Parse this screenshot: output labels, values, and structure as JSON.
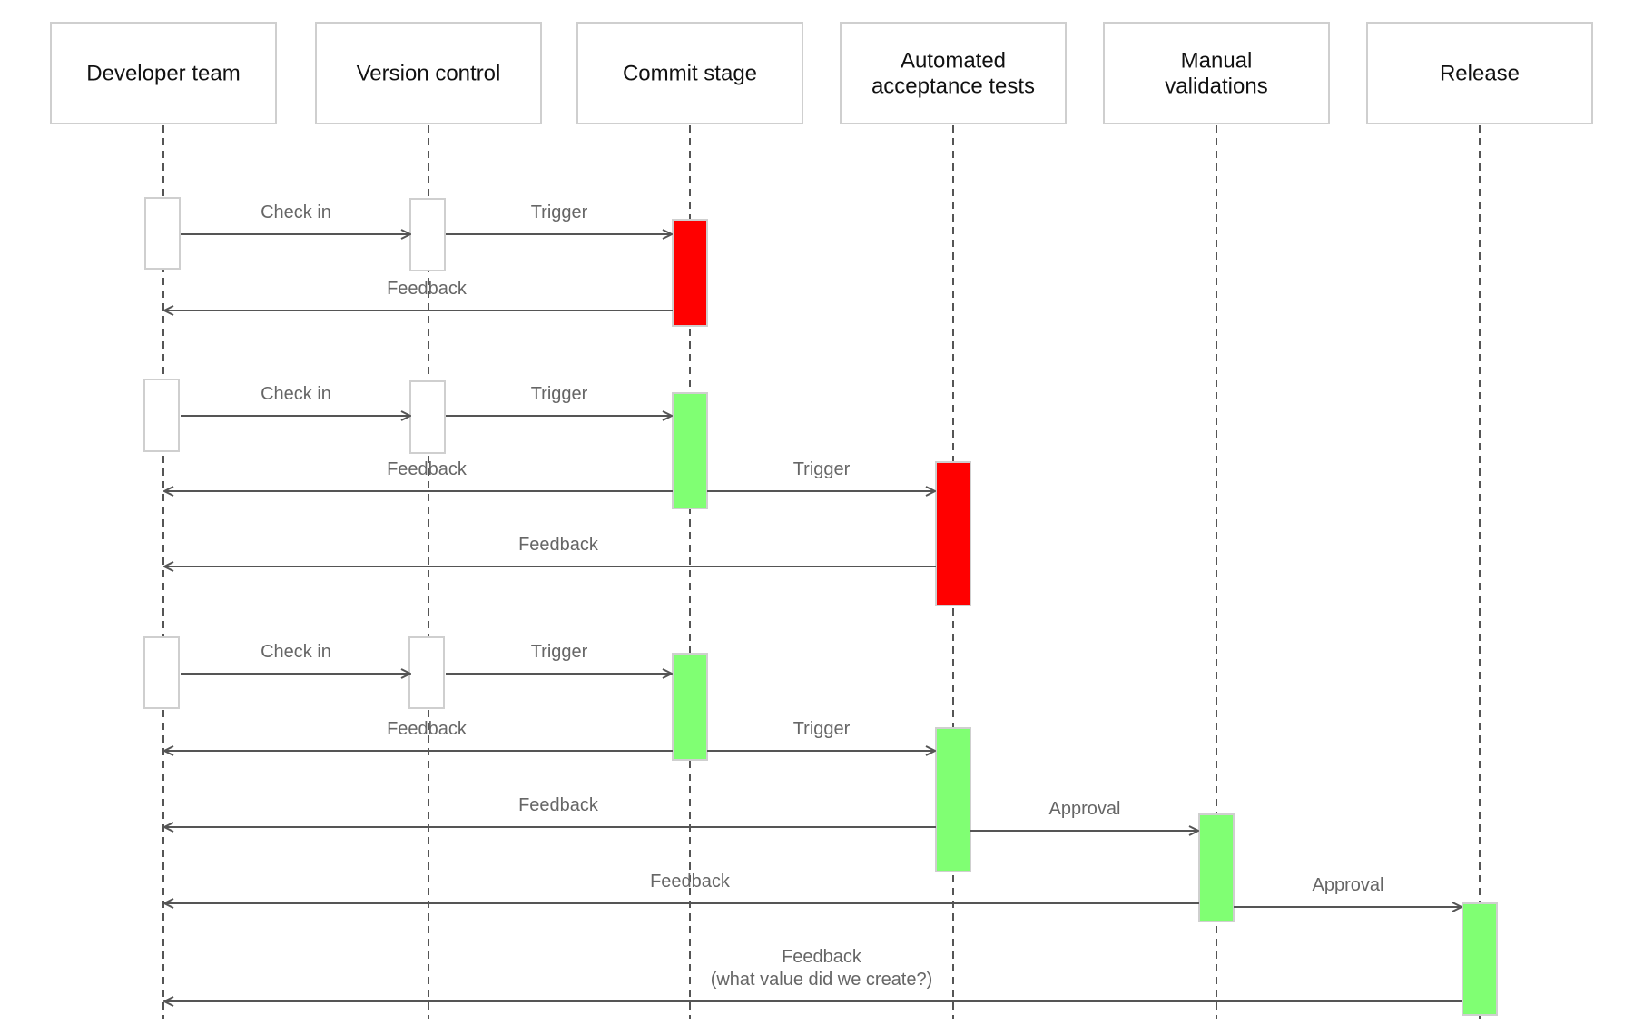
{
  "colors": {
    "fail": "#ff0000",
    "pass": "#80ff73",
    "neutral": "#ffffff",
    "line": "#555555",
    "label": "#666666",
    "box_border": "#cfcfcf"
  },
  "participants": [
    {
      "label": "Developer team"
    },
    {
      "label": "Version control"
    },
    {
      "label": "Commit stage"
    },
    {
      "label": "Automated\nacceptance tests"
    },
    {
      "label": "Manual\nvalidations"
    },
    {
      "label": "Release"
    }
  ],
  "activations": [
    {
      "participant": 0,
      "status": "neutral"
    },
    {
      "participant": 1,
      "status": "neutral"
    },
    {
      "participant": 2,
      "status": "fail"
    },
    {
      "participant": 0,
      "status": "neutral"
    },
    {
      "participant": 1,
      "status": "neutral"
    },
    {
      "participant": 2,
      "status": "pass"
    },
    {
      "participant": 3,
      "status": "fail"
    },
    {
      "participant": 0,
      "status": "neutral"
    },
    {
      "participant": 1,
      "status": "neutral"
    },
    {
      "participant": 2,
      "status": "pass"
    },
    {
      "participant": 3,
      "status": "pass"
    },
    {
      "participant": 4,
      "status": "pass"
    },
    {
      "participant": 5,
      "status": "pass"
    }
  ],
  "messages": [
    {
      "from": 0,
      "to": 1,
      "label": "Check in"
    },
    {
      "from": 1,
      "to": 2,
      "label": "Trigger"
    },
    {
      "from": 2,
      "to": 0,
      "label": "Feedback"
    },
    {
      "from": 0,
      "to": 1,
      "label": "Check in"
    },
    {
      "from": 1,
      "to": 2,
      "label": "Trigger"
    },
    {
      "from": 2,
      "to": 0,
      "label": "Feedback"
    },
    {
      "from": 2,
      "to": 3,
      "label": "Trigger"
    },
    {
      "from": 3,
      "to": 0,
      "label": "Feedback"
    },
    {
      "from": 0,
      "to": 1,
      "label": "Check in"
    },
    {
      "from": 1,
      "to": 2,
      "label": "Trigger"
    },
    {
      "from": 2,
      "to": 0,
      "label": "Feedback"
    },
    {
      "from": 2,
      "to": 3,
      "label": "Trigger"
    },
    {
      "from": 3,
      "to": 0,
      "label": "Feedback"
    },
    {
      "from": 3,
      "to": 4,
      "label": "Approval"
    },
    {
      "from": 4,
      "to": 0,
      "label": "Feedback"
    },
    {
      "from": 4,
      "to": 5,
      "label": "Approval"
    },
    {
      "from": 5,
      "to": 0,
      "label": "Feedback\n(what value did we create?)"
    }
  ]
}
